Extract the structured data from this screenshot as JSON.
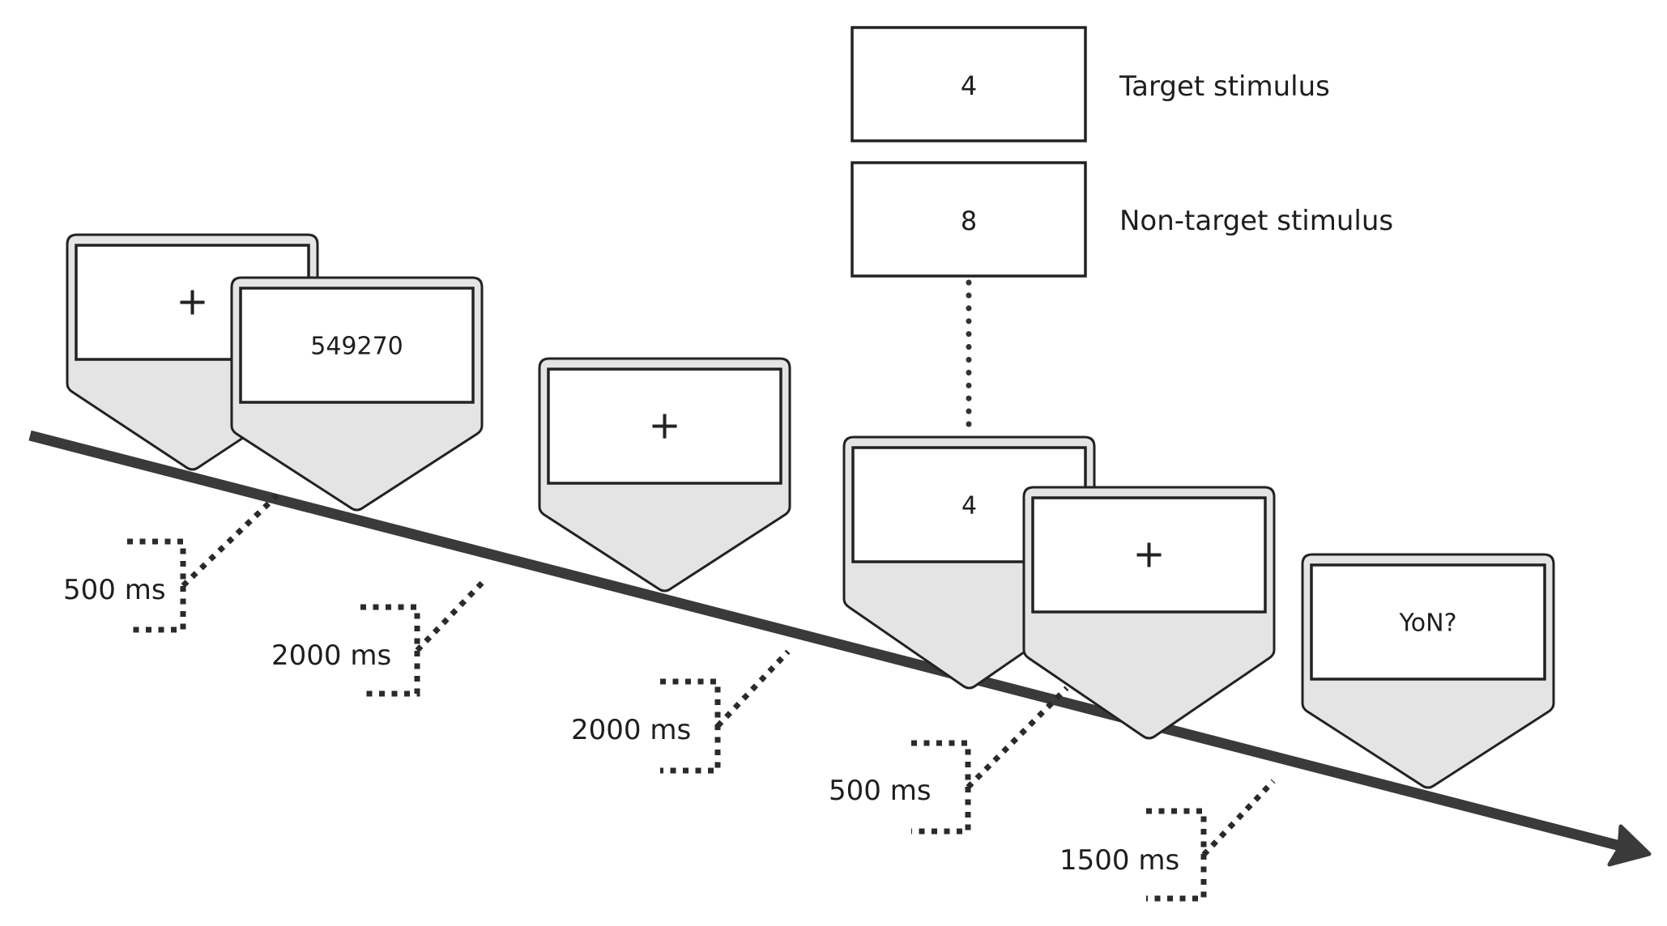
{
  "legend": {
    "target": {
      "symbol": "4",
      "label": "Target stimulus"
    },
    "non_target": {
      "symbol": "8",
      "label": "Non-target stimulus"
    }
  },
  "screens": [
    {
      "id": "fixation-1",
      "content": "+",
      "type": "fixation"
    },
    {
      "id": "memory-set",
      "content": "549270",
      "type": "text"
    },
    {
      "id": "fixation-2",
      "content": "+",
      "type": "fixation"
    },
    {
      "id": "probe-stimulus",
      "content": "4",
      "type": "text"
    },
    {
      "id": "fixation-3",
      "content": "+",
      "type": "fixation"
    },
    {
      "id": "response-prompt",
      "content": "YoN?",
      "type": "text"
    }
  ],
  "durations": [
    {
      "label": "500 ms"
    },
    {
      "label": "2000 ms"
    },
    {
      "label": "2000 ms"
    },
    {
      "label": "500 ms"
    },
    {
      "label": "1500 ms"
    }
  ],
  "colors": {
    "stroke": "#222222",
    "card_fill": "#e4e4e4",
    "screen_fill": "#ffffff",
    "timeline": "#3a3a3a",
    "text": "#1e1e1e"
  }
}
